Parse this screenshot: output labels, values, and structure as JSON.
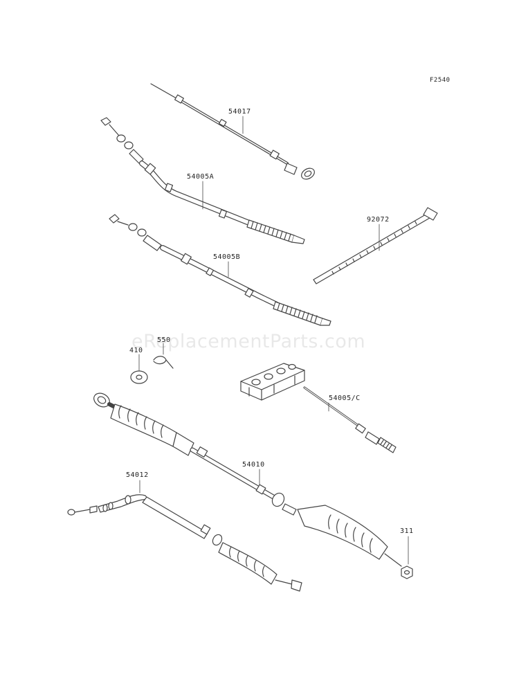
{
  "figure_code": "F2540",
  "watermark": "eReplacementParts.com",
  "colors": {
    "line": "#444444",
    "fill": "#ffffff",
    "text": "#222222"
  },
  "parts": [
    {
      "id": "part-54017",
      "label": "54017"
    },
    {
      "id": "part-54005a",
      "label": "54005A"
    },
    {
      "id": "part-92072",
      "label": "92072"
    },
    {
      "id": "part-54005b",
      "label": "54005B"
    },
    {
      "id": "part-410",
      "label": "410"
    },
    {
      "id": "part-550",
      "label": "550"
    },
    {
      "id": "part-54005c",
      "label": "54005/C"
    },
    {
      "id": "part-54010",
      "label": "54010"
    },
    {
      "id": "part-54012",
      "label": "54012"
    },
    {
      "id": "part-311",
      "label": "311"
    }
  ]
}
